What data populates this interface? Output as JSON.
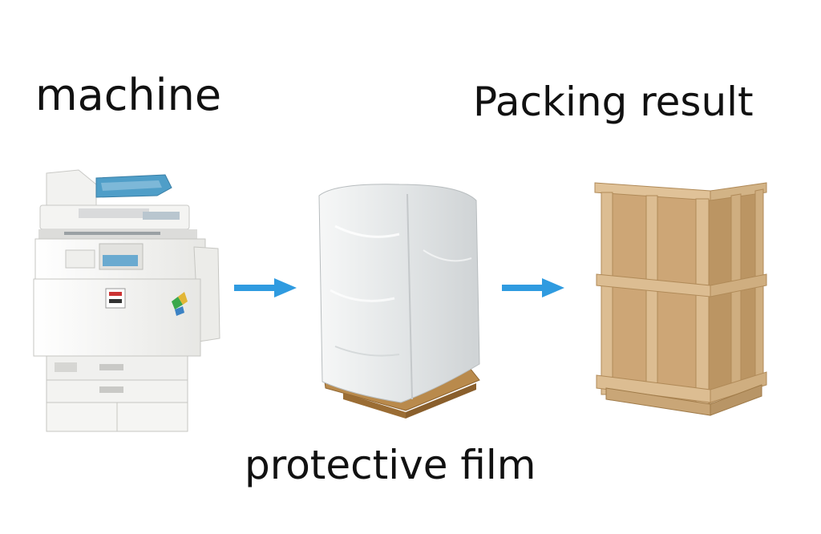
{
  "labels": {
    "machine": "machine",
    "packing_result": "Packing result",
    "protective_film": "protective film"
  },
  "colors": {
    "arrow": "#2f9be0",
    "copier_accent": "#4f9ec8",
    "wood": "#d7b489",
    "cardboard": "#cda676",
    "film": "#eceeef"
  },
  "icons": {
    "arrow": "right-arrow-icon"
  }
}
